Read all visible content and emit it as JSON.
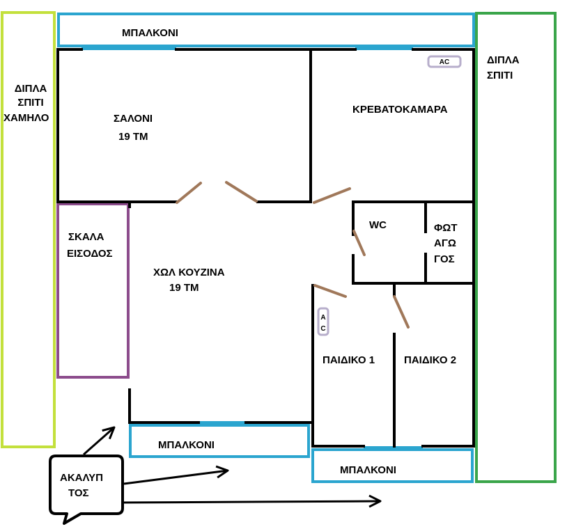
{
  "colors": {
    "wall": "#000000",
    "balcony": "#2ba5cf",
    "neighbor_low": "#c3e03c",
    "neighbor": "#3aa54a",
    "stairs": "#8c4c8c",
    "door": "#a0785a",
    "ac_outline": "#b7aecb"
  },
  "labels": {
    "balcony_top": "ΜΠΑΛΚΟΝΙ",
    "neighbor_low": [
      "ΔΙΠΛΑ",
      "ΣΠΙΤΙ",
      "ΧΑΜΗΛΟ"
    ],
    "neighbor_right": [
      "ΔΙΠΛΑ",
      "ΣΠΙΤΙ"
    ],
    "salon": [
      "ΣΑΛΟΝΙ",
      "19 ΤΜ"
    ],
    "bedroom": "ΚΡΕΒΑΤΟΚΑΜΑΡΑ",
    "ac": "AC",
    "stairs": [
      "ΣΚΑΛΑ",
      "ΕΙΣΟΔΟΣ"
    ],
    "hall_kitchen": [
      "ΧΩΛ ΚΟΥΖΙΝΑ",
      "19 ΤΜ"
    ],
    "wc": "WC",
    "lightwell": [
      "ΦΩΤ",
      "ΑΓΩ",
      "ΓΟΣ"
    ],
    "ac_vertical": [
      "A",
      "C"
    ],
    "kids1": "ΠΑΙΔΙΚΟ 1",
    "kids2": "ΠΑΙΔΙΚΟ 2",
    "balcony_left": "ΜΠΑΛΚΟΝΙ",
    "balcony_right": "ΜΠΑΛΚΟΝΙ",
    "open_space": [
      "ΑΚΑΛΥΠ",
      "ΤΟΣ"
    ]
  }
}
